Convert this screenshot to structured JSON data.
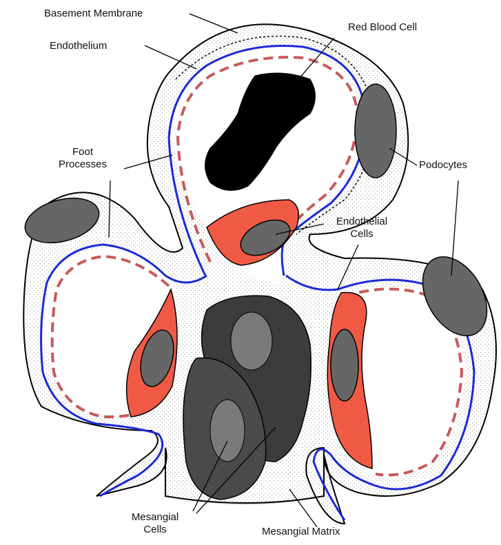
{
  "labels": {
    "basement_membrane": "Basement Membrane",
    "endothelium": "Endothelium",
    "red_blood_cell": "Red Blood Cell",
    "foot_processes_1": "Foot",
    "foot_processes_2": "Processes",
    "podocytes": "Podocytes",
    "endothelial_cells_1": "Endothelial",
    "endothelial_cells_2": "Cells",
    "mesangial_cells_1": "Mesangial",
    "mesangial_cells_2": "Cells",
    "mesangial_matrix": "Mesangial Matrix"
  },
  "colors": {
    "basement_membrane": "#1a2ad6",
    "endothelium": "#c85a5a",
    "endothelial_cell": "#f05a45",
    "podocyte_nucleus": "#666666",
    "red_blood_cell": "#000000",
    "mesangial_cell": "#3c3c3c",
    "mesangial_matrix": "#cfcfcf"
  }
}
